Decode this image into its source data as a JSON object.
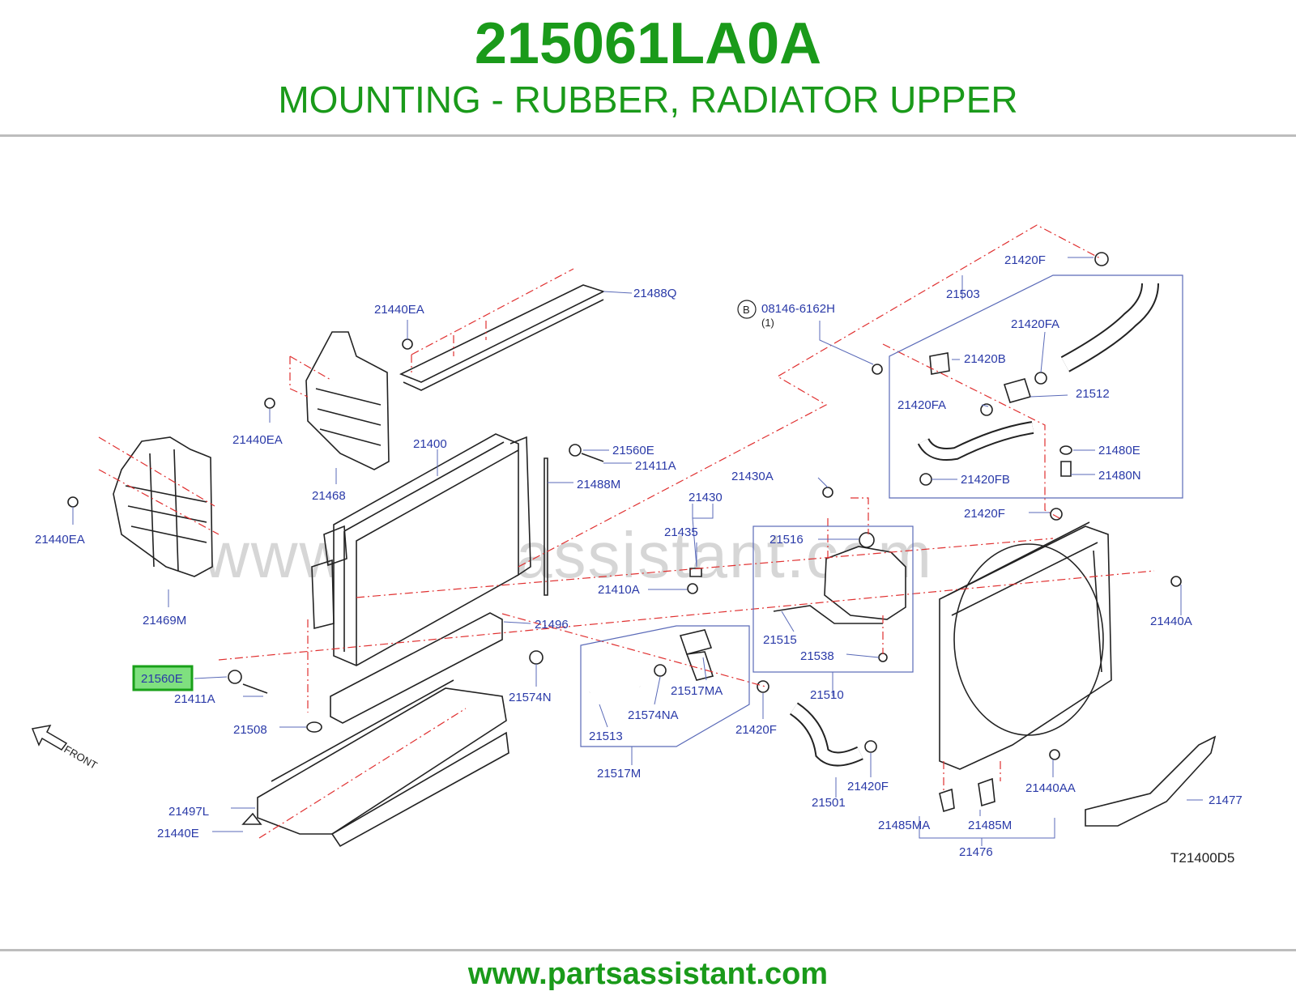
{
  "header": {
    "part_number": "215061LA0A",
    "description": "MOUNTING - RUBBER, RADIATOR UPPER"
  },
  "footer": {
    "url": "www.partsassistant.com"
  },
  "watermark": {
    "text": "www.partsassistant.com"
  },
  "diagram": {
    "code": "T21400D5",
    "front_label": "FRONT",
    "bolt_marker": "B",
    "bolt_qty": "(1)",
    "highlighted_callout": "21560E",
    "colors": {
      "title": "#1a9a1a",
      "label": "#2a3aa8",
      "highlight_fill": "#7fe07f",
      "highlight_border": "#19a019",
      "dashed_leader": "#e03030"
    },
    "callouts": {
      "c21488Q": "21488Q",
      "c21440EA_a": "21440EA",
      "c21440EA_b": "21440EA",
      "c21440EA_c": "21440EA",
      "c21468": "21468",
      "c21400": "21400",
      "c21560E_a": "21560E",
      "c21411A_a": "21411A",
      "c21488M": "21488M",
      "c21469M": "21469M",
      "c21496": "21496",
      "c21560E_b": "21560E",
      "c21411A_b": "21411A",
      "c21508": "21508",
      "c21574N": "21574N",
      "c21497L": "21497L",
      "c21440E": "21440E",
      "c08146": "08146-6162H",
      "c21420F_a": "21420F",
      "c21503": "21503",
      "c21420FA_a": "21420FA",
      "c21420B": "21420B",
      "c21512": "21512",
      "c21420FA_b": "21420FA",
      "c21480E": "21480E",
      "c21420FB": "21420FB",
      "c21480N": "21480N",
      "c21430A": "21430A",
      "c21420F_b": "21420F",
      "c21430": "21430",
      "c21435": "21435",
      "c21516": "21516",
      "c21410A": "21410A",
      "c21440A": "21440A",
      "c21515": "21515",
      "c21538": "21538",
      "c21517MA": "21517MA",
      "c21510": "21510",
      "c21574NA": "21574NA",
      "c21420F_c": "21420F",
      "c21513": "21513",
      "c21517M": "21517M",
      "c21420F_d": "21420F",
      "c21501": "21501",
      "c21440AA": "21440AA",
      "c21477": "21477",
      "c21485MA": "21485MA",
      "c21485M": "21485M",
      "c21476": "21476"
    }
  }
}
